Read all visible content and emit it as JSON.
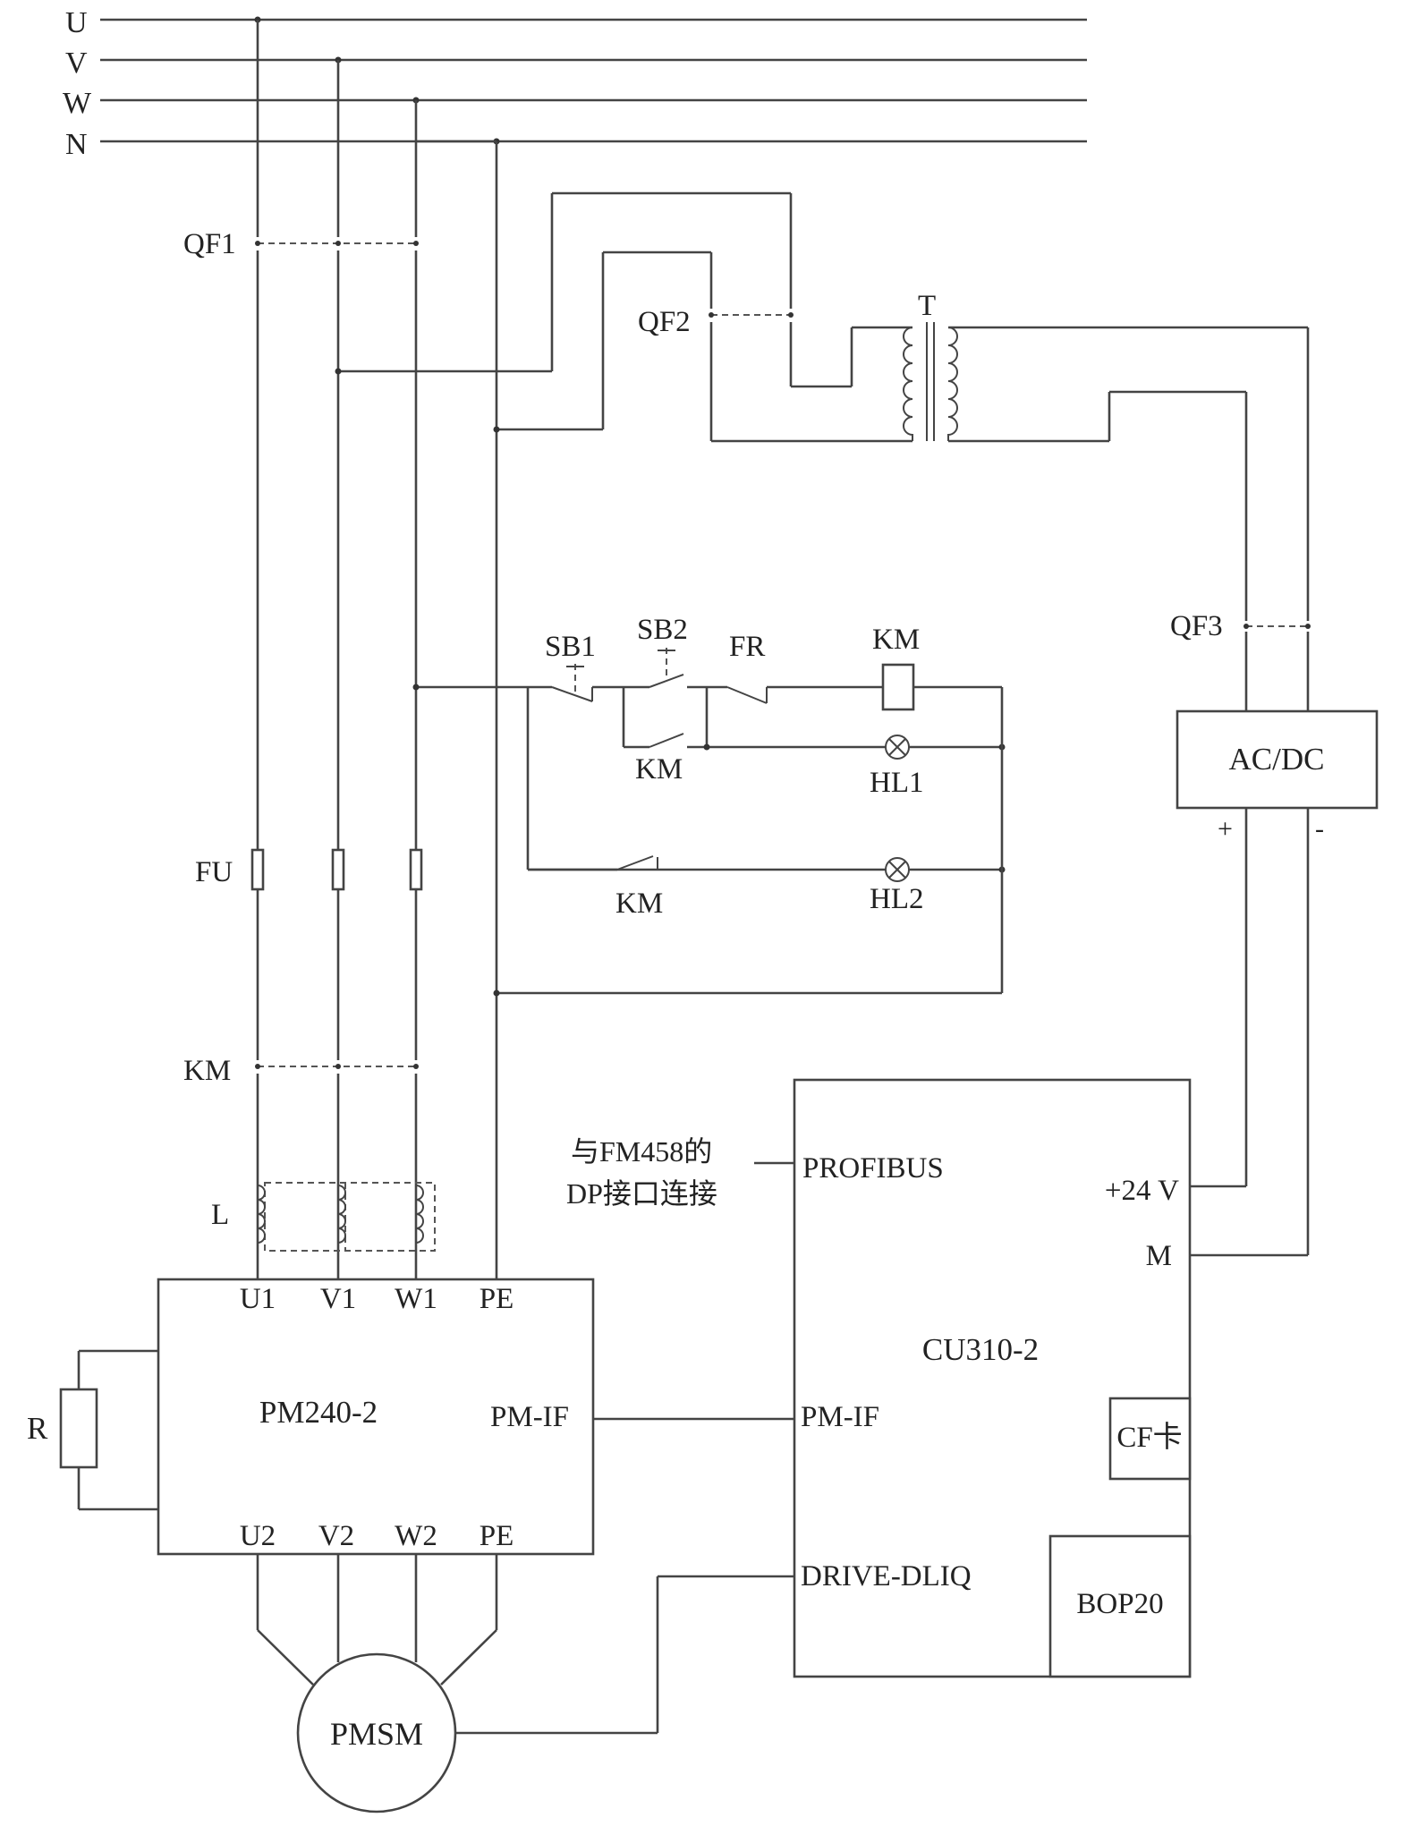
{
  "bus_lines": {
    "u": "U",
    "v": "V",
    "w": "W",
    "n": "N"
  },
  "breakers": {
    "qf1": "QF1",
    "qf2": "QF2",
    "qf3": "QF3"
  },
  "transformer": {
    "label": "T"
  },
  "fuse": {
    "label": "FU"
  },
  "contactor": {
    "label": "KM"
  },
  "reactor": {
    "label": "L"
  },
  "control_circuit": {
    "sb1": "SB1",
    "sb2": "SB2",
    "fr": "FR",
    "km_coil": "KM",
    "km_hold": "KM",
    "km_nc": "KM",
    "hl1": "HL1",
    "hl2": "HL2"
  },
  "power_supply": {
    "label": "AC/DC",
    "plus": "+",
    "minus": "-"
  },
  "power_module": {
    "label": "PM240-2",
    "u1": "U1",
    "v1": "V1",
    "w1": "W1",
    "pe_top": "PE",
    "u2": "U2",
    "v2": "V2",
    "w2": "W2",
    "pe_bottom": "PE",
    "pm_if": "PM-IF"
  },
  "brake_resistor": {
    "label": "R"
  },
  "control_unit": {
    "label": "CU310-2",
    "profibus": "PROFIBUS",
    "plus24": "+24 V",
    "m": "M",
    "pm_if": "PM-IF",
    "drive_cliq": "DRIVE-DLIQ",
    "cf_card": "CF卡",
    "bop": "BOP20"
  },
  "profibus_note": {
    "line1": "与FM458的",
    "line2": "DP接口连接"
  },
  "motor": {
    "label": "PMSM"
  }
}
